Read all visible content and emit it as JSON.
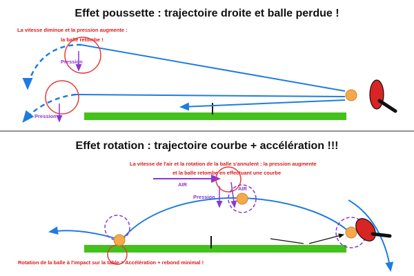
{
  "top": {
    "title": "Effet poussette : trajectoire droite et balle perdue !",
    "note_line1": "La vitesse diminue et la pression augmente :",
    "note_line2": "la balle retombe !",
    "pressure_label_1": "Pression",
    "pressure_label_2": "Pression"
  },
  "bottom": {
    "title": "Effet rotation : trajectoire courbe + accélération !!!",
    "note_line1": "La vitesse de l'air et la rotation de la balle s'annulent : la pression augmente",
    "note_line2": "et la balle retombe en effectuant une courbe",
    "air_label_1": "AIR",
    "air_label_2": "AIR",
    "pressure_label": "Pression",
    "impact_note": "Rotation de la balle à l'impact sur la table = Accélération + rebond minimal !"
  },
  "colors": {
    "trajectory": "#1f7be0",
    "table": "#44c21c",
    "ball": "#f5a94a",
    "paddle": "#d92424",
    "red_circle": "#e23a3a",
    "purple": "#8a36d6",
    "note_red": "#e0181a"
  }
}
